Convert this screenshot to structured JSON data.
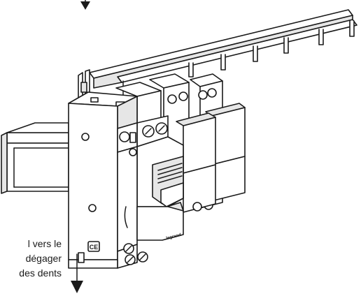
{
  "caption": {
    "lines": [
      "l vers le",
      "dégager",
      "des dents"
    ]
  },
  "brand": {
    "label": "legrand"
  },
  "marking": {
    "label": "CE"
  },
  "colors": {
    "ink": "#1a1a1a",
    "paper": "#ffffff",
    "shade": "#e6e6e6"
  }
}
